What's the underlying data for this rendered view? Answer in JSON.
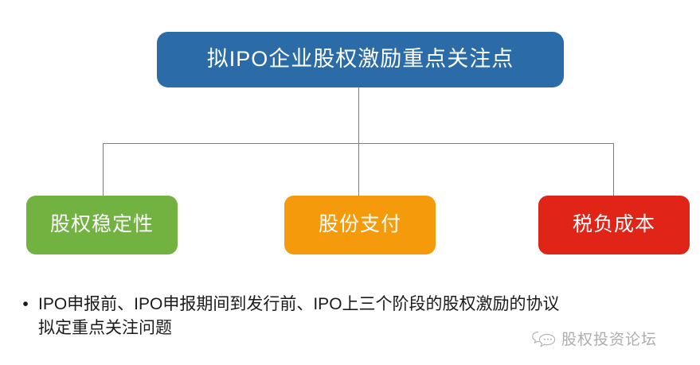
{
  "diagram": {
    "root": {
      "label": "拟IPO企业股权激励重点关注点",
      "color": "#2B6CA8"
    },
    "children": [
      {
        "label": "股权稳定性",
        "color": "#72B240"
      },
      {
        "label": "股份支付",
        "color": "#F59A0B"
      },
      {
        "label": "税负成本",
        "color": "#E02518"
      }
    ],
    "connector_color": "#808080"
  },
  "bullets": [
    {
      "marker": "•",
      "text": "IPO申报前、IPO申报期间到发行前、IPO上三个阶段的股权激励的协议拟定重点关注问题"
    }
  ],
  "watermark": {
    "icon": "chat-bubble-icon",
    "label": "股权投资论坛"
  }
}
